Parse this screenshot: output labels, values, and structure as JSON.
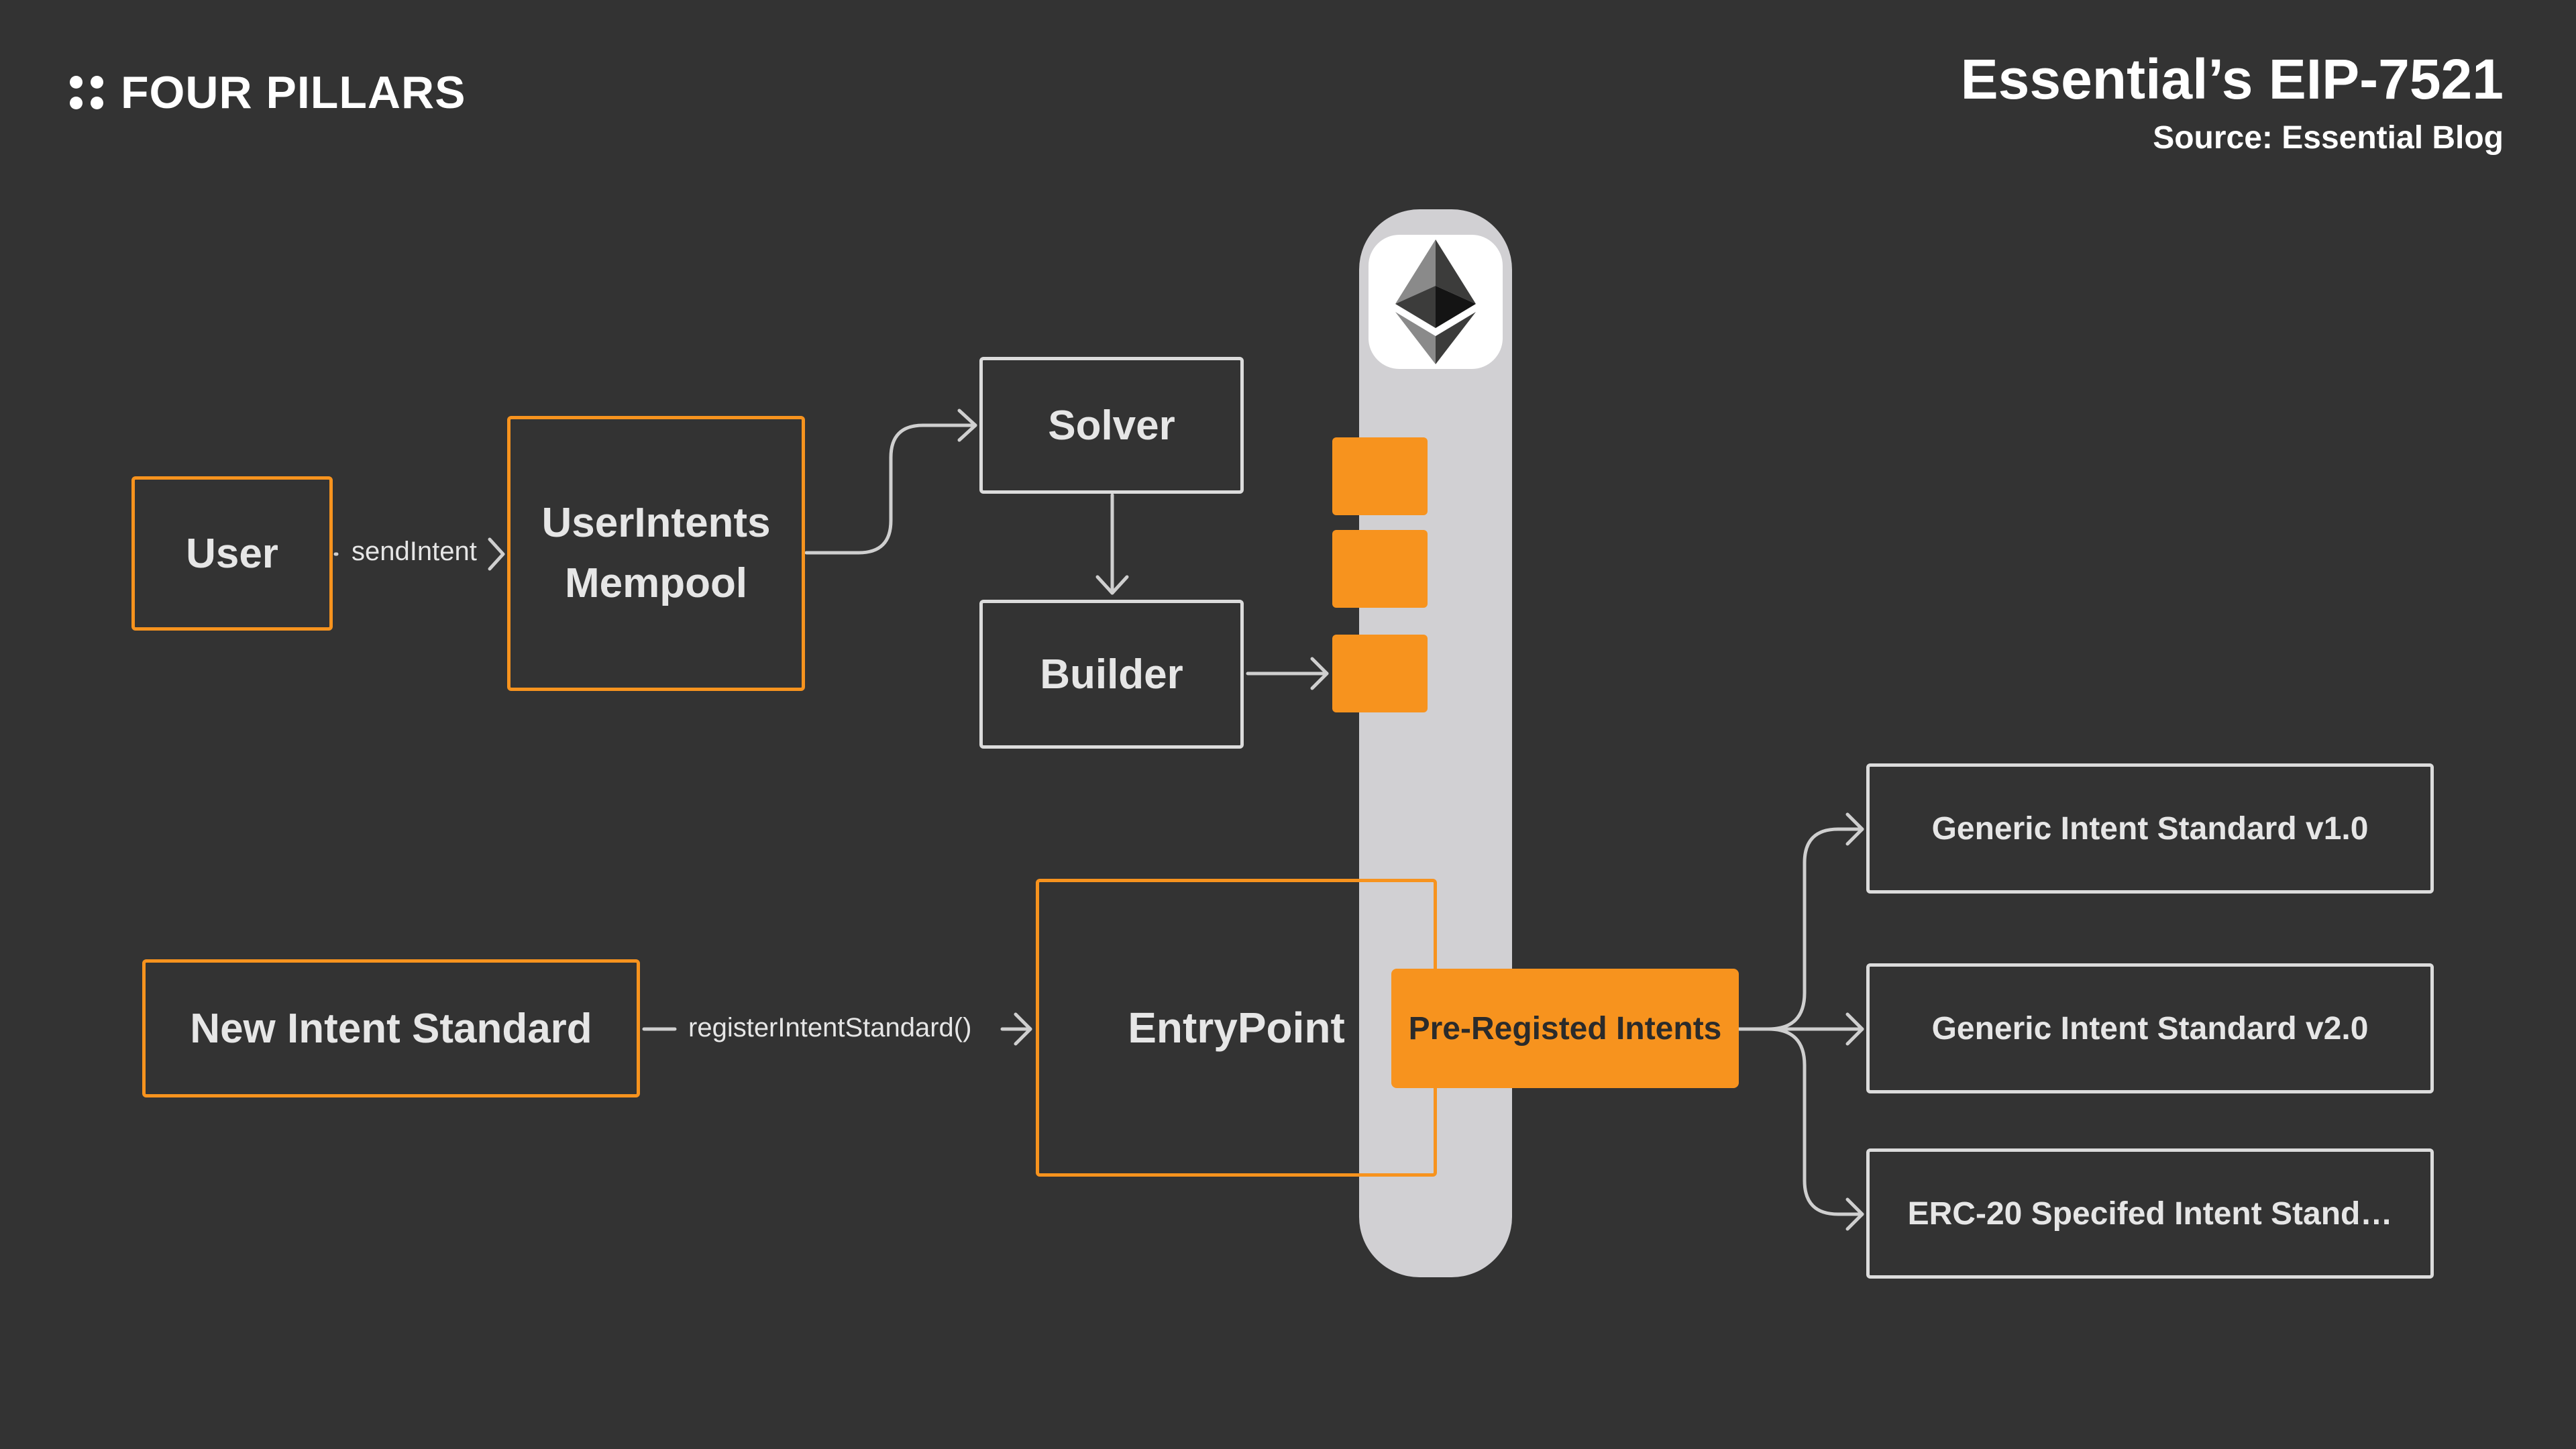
{
  "header": {
    "brand": "FOUR PILLARS",
    "title": "Essential’s EIP-7521",
    "source": "Source: Essential Blog"
  },
  "nodes": {
    "user": "User",
    "mempool_line1": "UserIntents",
    "mempool_line2": "Mempool",
    "solver": "Solver",
    "builder": "Builder",
    "new_standard": "New Intent Standard",
    "entrypoint": "EntryPoint",
    "pre_registered": "Pre-Registed Intents",
    "standard_v1": "Generic Intent Standard v1.0",
    "standard_v2": "Generic Intent Standard v2.0",
    "standard_erc20": "ERC-20 Specifed Intent Stand…"
  },
  "edges": {
    "send_intent": "sendIntent",
    "register": "registerIntentStandard()"
  },
  "icons": {
    "brand": "four-dots-icon",
    "chain": "ethereum-icon"
  },
  "colors": {
    "background": "#333333",
    "accent": "#f7931e",
    "pillar": "#d1d0d3",
    "line": "#cfcfcf"
  }
}
